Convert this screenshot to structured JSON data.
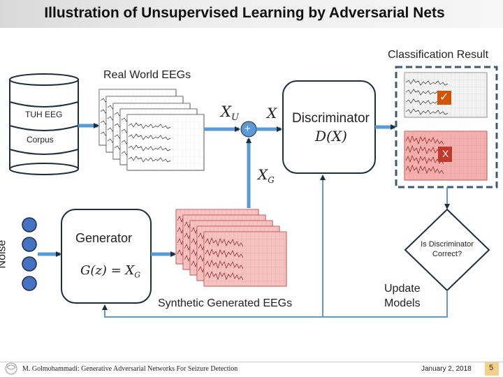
{
  "title": "Illustration of Unsupervised Learning by Adversarial Nets",
  "labels": {
    "real_world_eegs": "Real World EEGs",
    "classification_result": "Classification Result",
    "synthetic_generated_eegs": "Synthetic Generated EEGs",
    "noise": "Noise",
    "update_models": "Update\nModels"
  },
  "database": {
    "line1": "TUH EEG",
    "line2": "Corpus"
  },
  "math": {
    "xu_main": "X",
    "xu_sub": "U",
    "x": "X",
    "xg_main": "X",
    "xg_sub": "G",
    "plus": "+",
    "disc_func": "D(X)",
    "gen_func_left": "G(z) = X",
    "gen_func_sub": "G"
  },
  "blocks": {
    "discriminator": "Discriminator",
    "generator": "Generator"
  },
  "decision": {
    "text": "Is Discriminator\nCorrect?"
  },
  "result_marks": {
    "correct": "✓",
    "wrong": "X"
  },
  "footer": {
    "author": "M. Golmohammadi: Generative Adversarial Networks For Seizure Detection",
    "date": "January 2, 2018",
    "page": "5"
  },
  "colors": {
    "arrow": "#5b9bd5",
    "real_result_bg": "#f2f2f2",
    "fake_result_bg": "#f4b0ae",
    "fake_eeg_bg": "#f6c3c3",
    "mark_bg": "#c0392b",
    "check_bg": "#d35400",
    "noise_node": "#4472c4",
    "dashed_border": "#3c5a78",
    "page_badge": "#f5d08a"
  }
}
